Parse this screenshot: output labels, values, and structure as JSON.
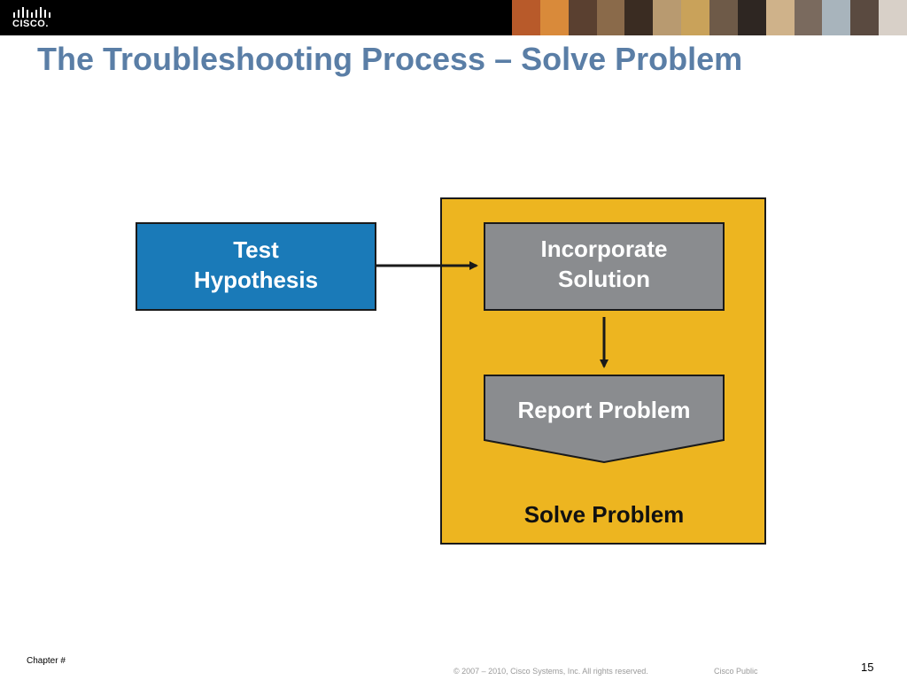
{
  "header": {
    "logo_text": "CISCO.",
    "colors": {
      "bar": "#000000"
    },
    "photo_strip_tones": [
      "#b85a2a",
      "#d98a3a",
      "#5a4030",
      "#8a6a4a",
      "#3a2c22",
      "#b89a70",
      "#c9a25a",
      "#6e5a48",
      "#2e2622",
      "#cfb28a",
      "#7a6a5e",
      "#a8b4bc",
      "#5a4a40",
      "#d8d0c8"
    ]
  },
  "slide": {
    "title": "The Troubleshooting Process – Solve Problem",
    "title_color": "#5a7ea6"
  },
  "diagram": {
    "colors": {
      "container": "#edb520",
      "test_box": "#1a7ab8",
      "step_box": "#8a8c8f",
      "outline": "#1a1a1a",
      "box_text": "#ffffff",
      "label_text": "#111111"
    },
    "test_hypothesis": {
      "line1": "Test",
      "line2": "Hypothesis"
    },
    "incorporate_solution": {
      "line1": "Incorporate",
      "line2": "Solution"
    },
    "report_problem": {
      "label": "Report Problem"
    },
    "container_label": "Solve Problem"
  },
  "footer": {
    "chapter": "Chapter #",
    "copyright": "© 2007 – 2010, Cisco Systems, Inc. All rights reserved.",
    "classification": "Cisco Public",
    "page_number": "15"
  }
}
